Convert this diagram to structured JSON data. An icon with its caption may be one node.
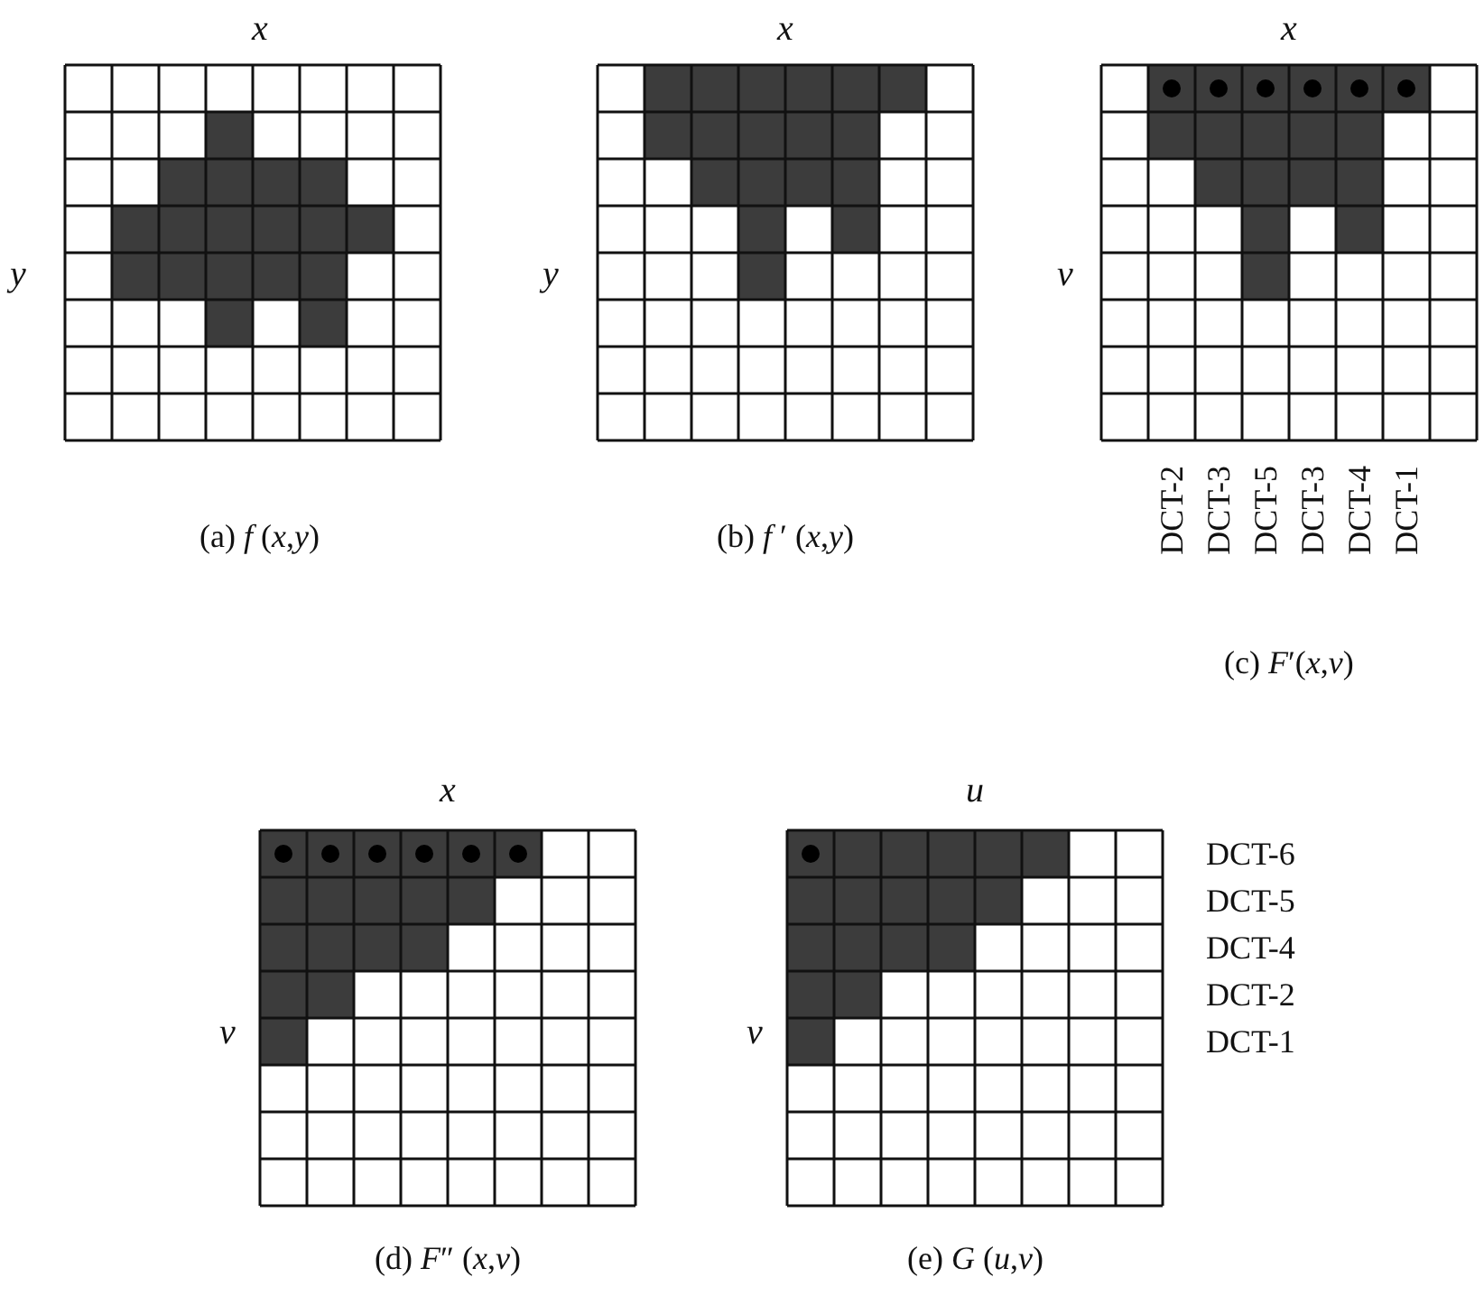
{
  "diagram": {
    "labels": [
      "x",
      "x",
      "x",
      "y",
      "y",
      "v",
      "(a) *f* (*x*,*y*)",
      "(b) *f* ′ (*x*,*y*)",
      "DCT-2",
      "DCT-3",
      "DCT-5",
      "DCT-3",
      "DCT-4",
      "DCT-1",
      "(c) *F*′(*x*,*v*)",
      "x",
      "u",
      "DCT-6",
      "DCT-5",
      "DCT-4",
      "DCT-2",
      "v",
      "v",
      "DCT-1",
      "(d) *F*″ (*x*,*v*)",
      "(e) *G* (*u*,*v*)"
    ]
  }
}
